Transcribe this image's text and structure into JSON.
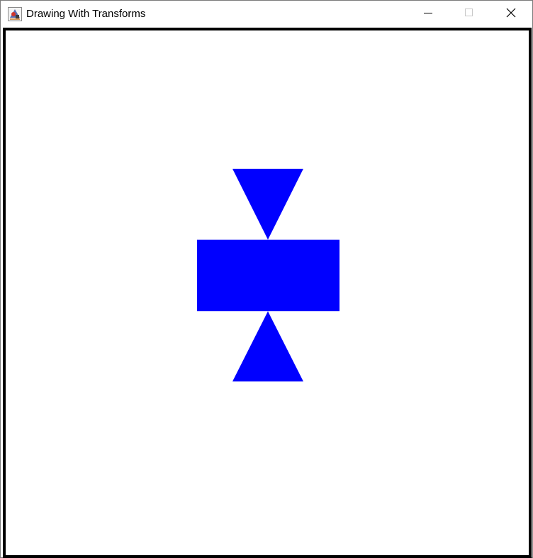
{
  "window": {
    "title": "Drawing With Transforms",
    "app_icon": "java-app-icon",
    "controls": [
      "minimize-icon",
      "maximize-icon",
      "close-icon"
    ]
  },
  "canvas": {
    "background": "#ffffff",
    "border_color": "#000000",
    "shape_color": "#0000ff",
    "shapes": [
      "triangle-pointing-down",
      "rectangle",
      "triangle-pointing-up"
    ]
  }
}
